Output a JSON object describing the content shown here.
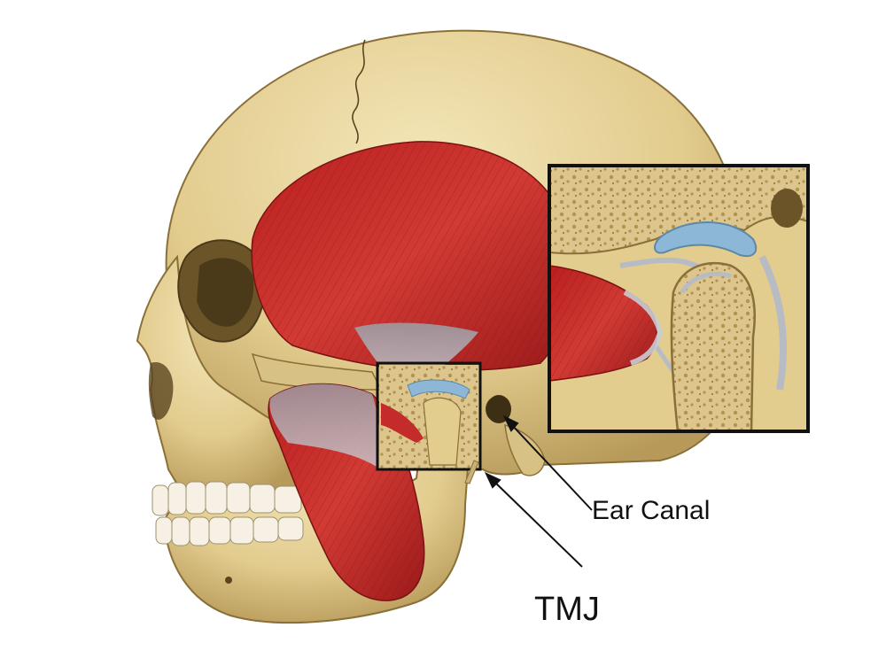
{
  "labels": {
    "ear_canal": "Ear Canal",
    "tmj": "TMJ"
  },
  "colors": {
    "background": "#ffffff",
    "bone": "#e6d29a",
    "bone_shadow": "#b89a58",
    "muscle": "#c42b2b",
    "muscle_dark": "#8e1616",
    "tendon": "#b7bcc4",
    "cartilage_disc": "#8db7d6",
    "spongy_bone": "#d9c28a",
    "outline": "#111111"
  },
  "illustration": {
    "subject": "skull-lateral-view",
    "muscles": [
      "temporalis",
      "masseter"
    ],
    "inset": "tmj-magnified"
  }
}
